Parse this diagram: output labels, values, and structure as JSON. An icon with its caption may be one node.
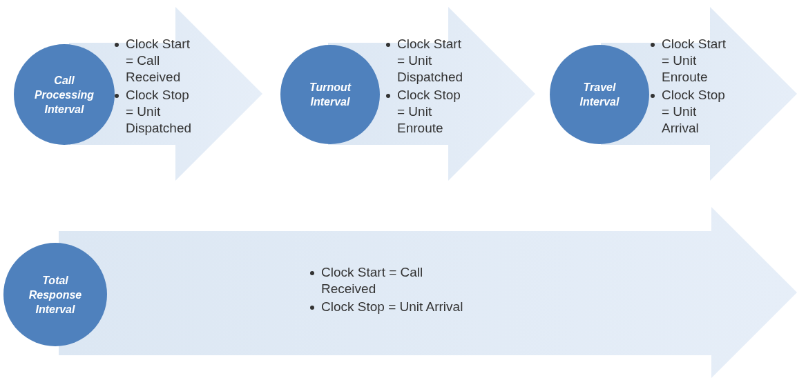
{
  "diagram": {
    "nodes": [
      {
        "text": [
          "Call Processing Interval"
        ]
      },
      {
        "text": [
          "Clock Start = Call Received",
          "Clock Stop = Unit Dispatched"
        ]
      },
      {
        "text": [
          "Turnout Interval"
        ]
      },
      {
        "text": [
          "Clock Start = Unit Dispatched",
          "Clock Stop = Unit Enroute"
        ]
      },
      {
        "text": [
          "Travel Interval"
        ]
      },
      {
        "text": [
          "Clock Start = Unit Enroute",
          "Clock Stop = Unit Arrival"
        ]
      },
      {
        "text": [
          "Total Response Interval"
        ]
      },
      {
        "text": [
          "Clock Start = Call Received",
          "Clock Stop = Unit Arrival"
        ]
      }
    ],
    "edges": []
  }
}
